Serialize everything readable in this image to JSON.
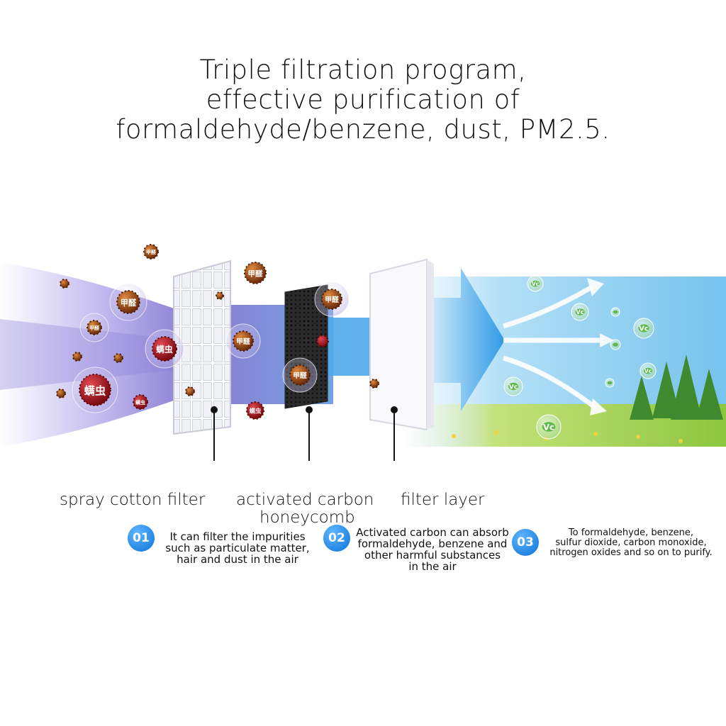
{
  "headline": {
    "line1": "Triple filtration program,",
    "line2": "effective purification of",
    "line3": "formaldehyde/benzene, dust, PM2.5."
  },
  "particles": {
    "formaldehyde": "甲醛",
    "mite": "螨虫",
    "vitamin_c": "Vc"
  },
  "filters": [
    {
      "label": "spray cotton filter"
    },
    {
      "label_line1": "activated carbon",
      "label_line2": "honeycomb"
    },
    {
      "label": "filter layer"
    }
  ],
  "steps": [
    {
      "number": "01",
      "lines": [
        "It can filter the impurities",
        "such as particulate matter,",
        "hair and dust in the air"
      ]
    },
    {
      "number": "02",
      "lines": [
        "Activated carbon can absorb",
        "formaldehyde, benzene and",
        "other harmful substances",
        "in the air"
      ]
    },
    {
      "number": "03",
      "lines": [
        "To formaldehyde, benzene,",
        "sulfur dioxide, carbon monoxide,",
        "nitrogen oxides and so on to purify."
      ]
    }
  ],
  "colors": {
    "polluted_air": "#8a7fd6",
    "clean_air": "#7cc7ef",
    "arrow": "#49a9ea",
    "badge": "#1177dd",
    "particle_brown": "#8a3b12",
    "particle_red": "#a0141e",
    "grass": "#8cc63f"
  }
}
